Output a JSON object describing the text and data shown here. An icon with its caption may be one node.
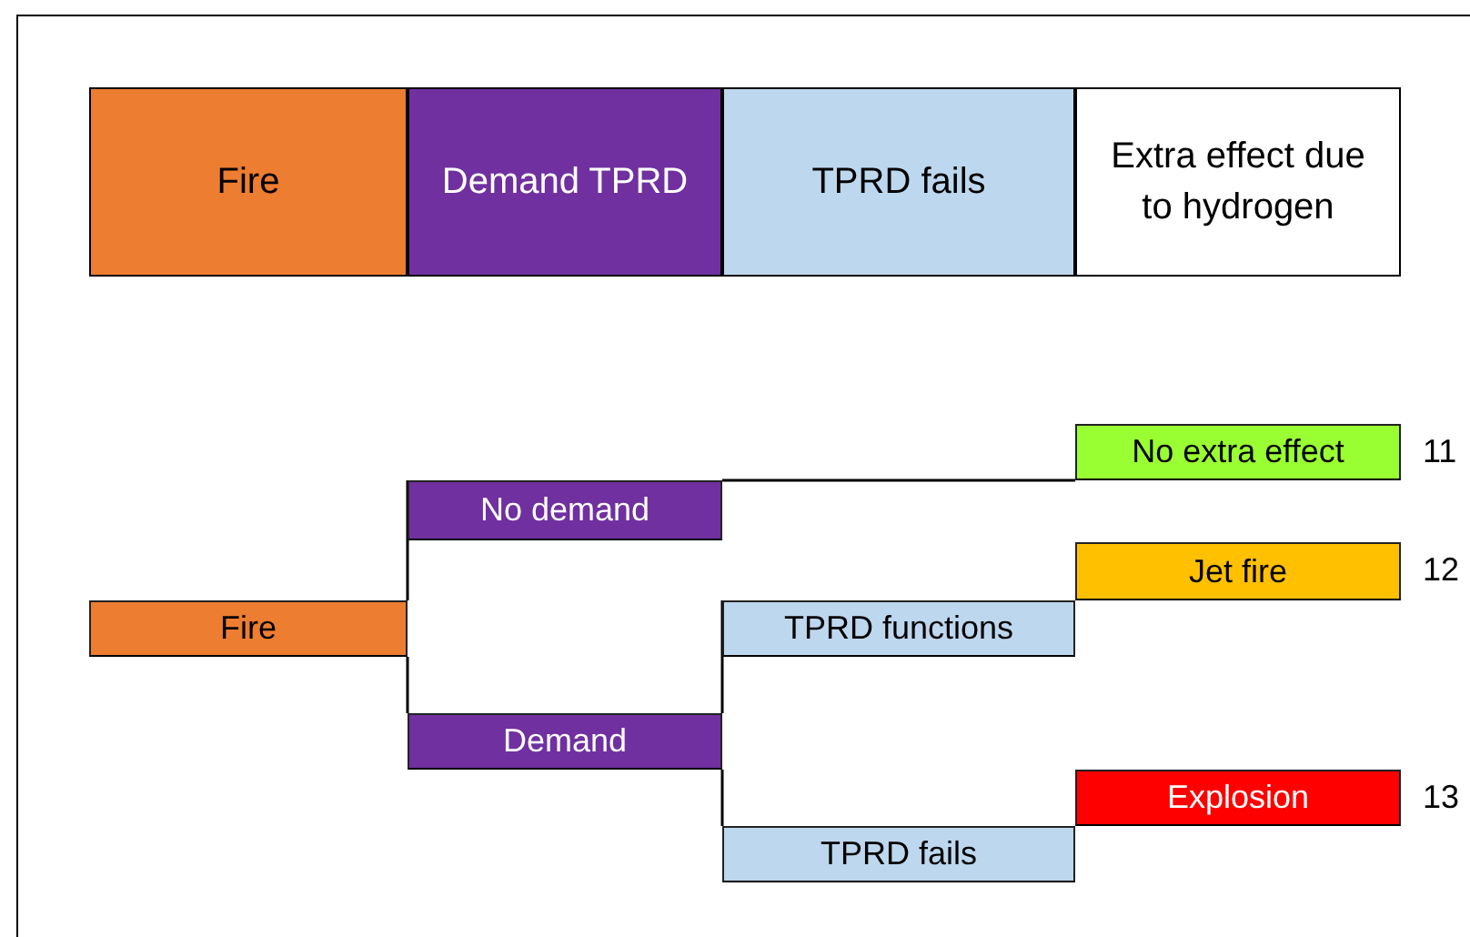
{
  "diagram": {
    "nodes": [
      {
        "text": [
          "Fire"
        ]
      },
      {
        "text": [
          "Demand TPRD"
        ]
      },
      {
        "text": [
          "TPRD fails"
        ]
      },
      {
        "text": [
          "Extra effect due to hydrogen"
        ]
      },
      {
        "text": [
          "Fire"
        ]
      },
      {
        "text": [
          "No demand"
        ]
      },
      {
        "text": [
          "Demand"
        ]
      },
      {
        "text": [
          "TPRD functions"
        ]
      },
      {
        "text": [
          "TPRD fails"
        ]
      },
      {
        "text": [
          "No extra effect"
        ],
        "beside": [
          "11"
        ]
      },
      {
        "text": [
          "Jet fire"
        ],
        "beside": [
          "12"
        ]
      },
      {
        "text": [
          "Explosion"
        ],
        "beside": [
          "13"
        ]
      }
    ],
    "edges": [
      {
        "from": 4,
        "to": 5,
        "arrow": "none"
      },
      {
        "from": 4,
        "to": 6,
        "arrow": "none"
      },
      {
        "from": 5,
        "to": 9,
        "arrow": "none"
      },
      {
        "from": 6,
        "to": 7,
        "arrow": "none"
      },
      {
        "from": 6,
        "to": 8,
        "arrow": "none"
      }
    ]
  }
}
